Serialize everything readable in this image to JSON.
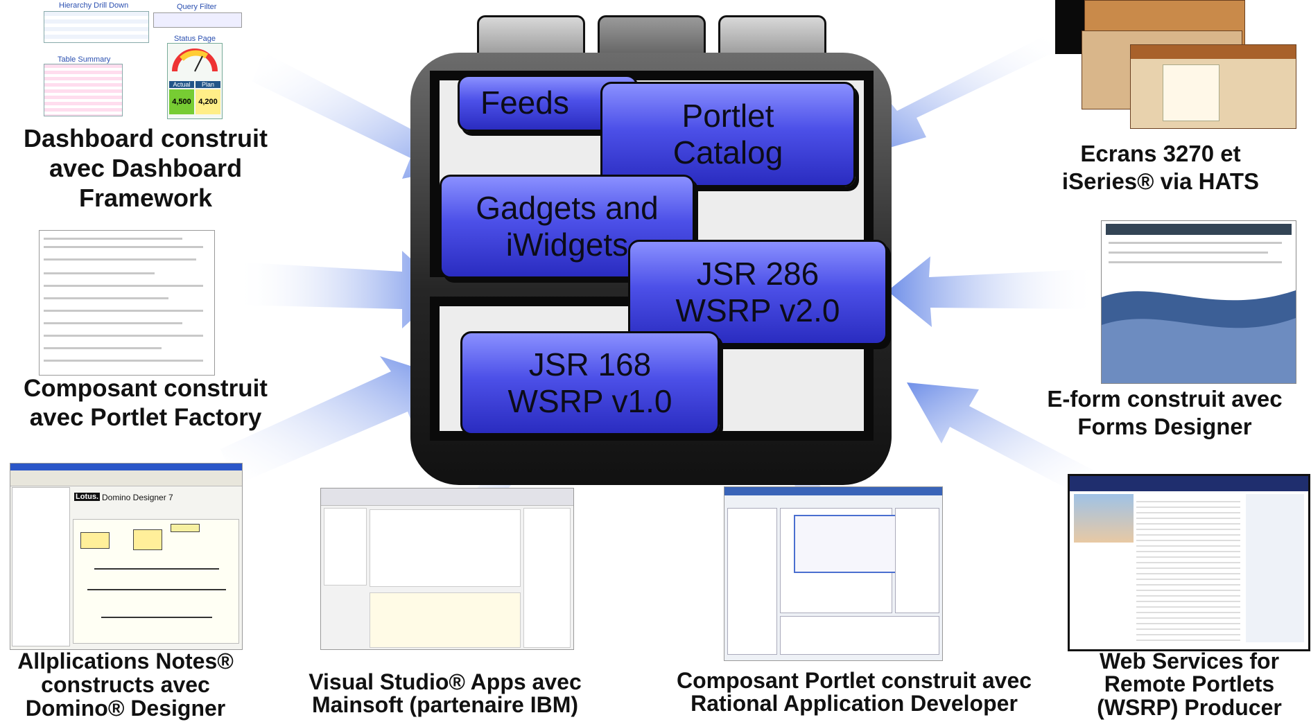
{
  "center": {
    "boxes": {
      "feeds": "Feeds",
      "portlet_catalog": [
        "Portlet",
        "Catalog"
      ],
      "gadgets": [
        "Gadgets and",
        "iWidgets"
      ],
      "jsr286": [
        "JSR 286",
        "WSRP v2.0"
      ],
      "jsr168": [
        "JSR 168",
        "WSRP v1.0"
      ]
    }
  },
  "sources": {
    "dashboard": {
      "caption": [
        "Dashboard construit",
        "avec Dashboard",
        "Framework"
      ],
      "widgets": {
        "hierarchy_title": "Hierarchy Drill Down",
        "query_title": "Query Filter",
        "status_title": "Status Page",
        "table_title": "Table Summary",
        "actual_label": "Actual",
        "plan_label": "Plan",
        "actual_value": "4,500",
        "plan_value": "4,200"
      }
    },
    "hats": {
      "caption": [
        "Ecrans 3270 et",
        "iSeries®  via HATS"
      ]
    },
    "portlet_factory": {
      "caption": [
        "Composant  construit",
        "avec Portlet Factory"
      ]
    },
    "forms_designer": {
      "caption": [
        "E-form construit avec",
        "Forms Designer"
      ]
    },
    "notes": {
      "caption": [
        "Allplications Notes®",
        "constructs avec",
        "Domino® Designer"
      ],
      "screen_title": "Domino Designer 7",
      "brand": "Lotus."
    },
    "visual_studio": {
      "caption": [
        "Visual Studio® Apps avec",
        "Mainsoft (partenaire IBM)"
      ]
    },
    "rad": {
      "caption": [
        "Composant Portlet construit avec",
        "Rational Application Developer"
      ]
    },
    "wsrp": {
      "caption": [
        "Web Services for",
        "Remote Portlets",
        "(WSRP) Producer"
      ]
    }
  }
}
